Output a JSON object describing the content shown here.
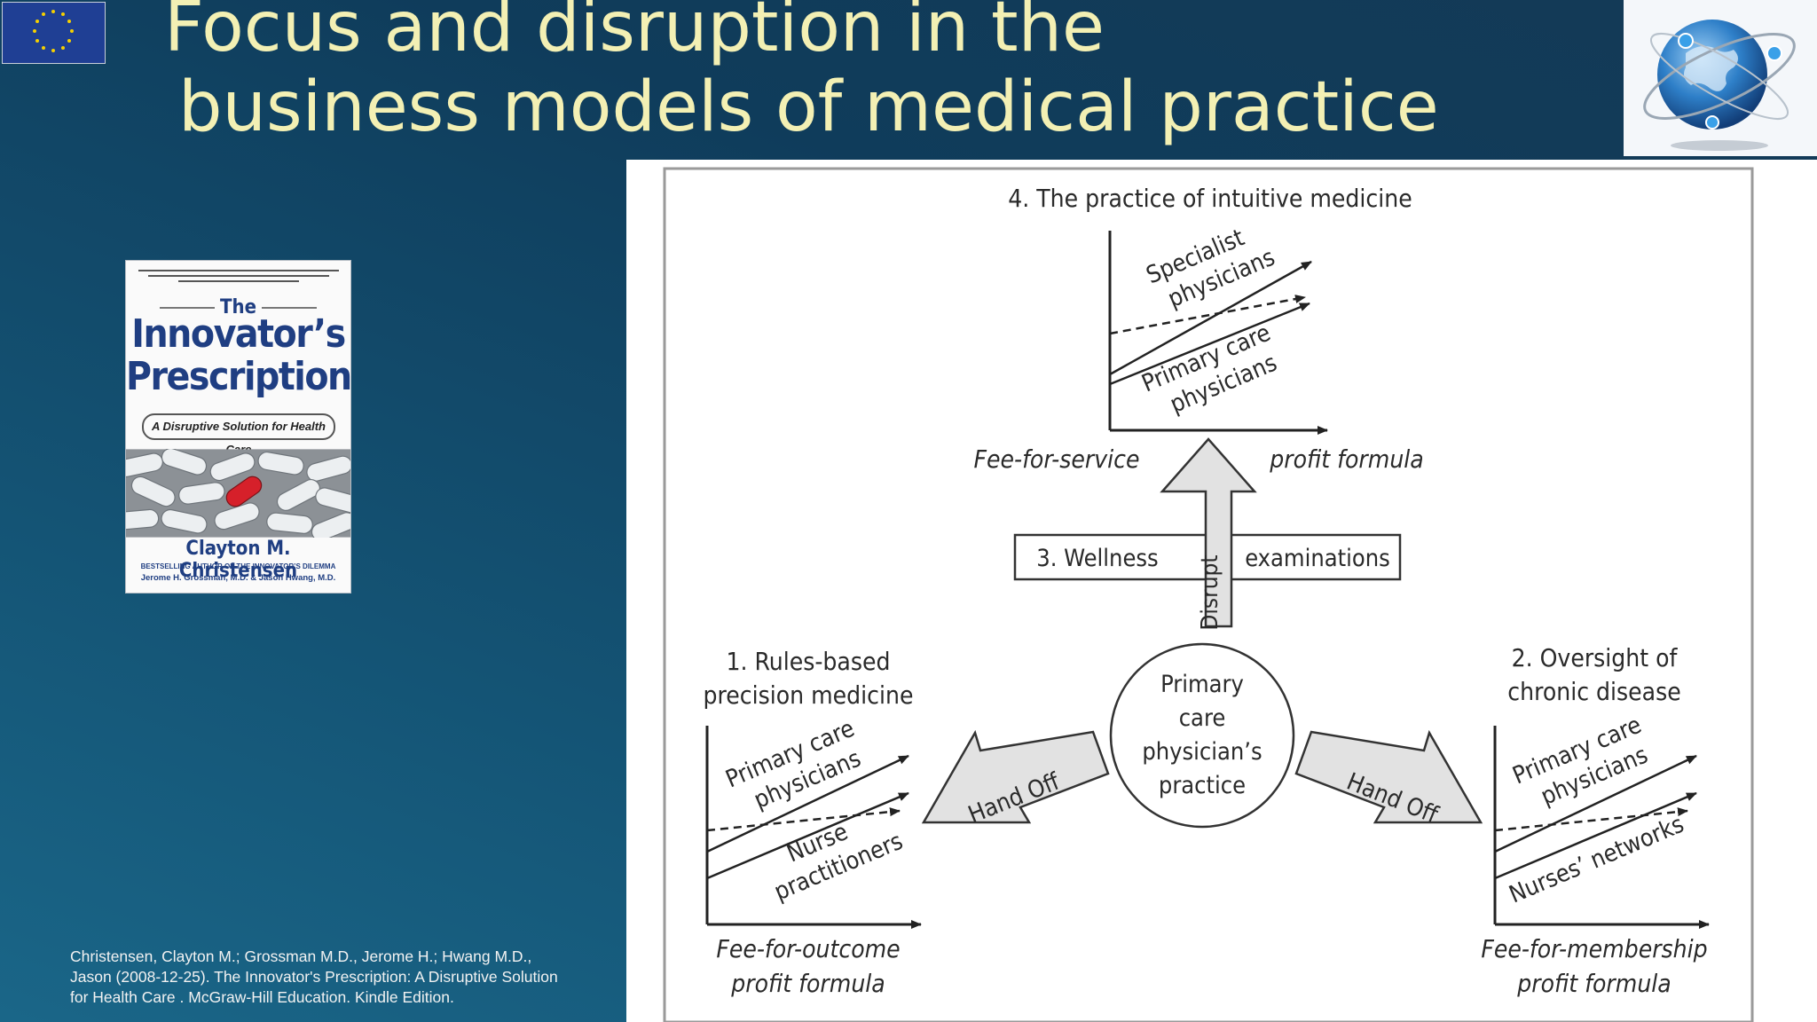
{
  "slide": {
    "title_line1": "Focus and disruption in the",
    "title_line2": "business models of medical practice",
    "citation": "Christensen, Clayton M.; Grossman M.D., Jerome H.; Hwang M.D., Jason (2008-12-25). The Innovator's Prescription: A Disruptive Solution for Health Care . McGraw-Hill Education. Kindle Edition.",
    "colors": {
      "title": "#f3f0b4",
      "background": "#0f3c5b"
    }
  },
  "logos": {
    "eu_flag": "eu-flag",
    "globe": "globe-logo"
  },
  "book_cover": {
    "the": "The",
    "title_line1": "Innovator’s",
    "title_line2": "Prescription",
    "subtitle": "A Disruptive Solution for Health Care",
    "author": "Clayton M. Christensen",
    "bestselling": "BESTSELLING AUTHOR OF THE INNOVATOR’S DILEMMA",
    "coauthors": "Jerome H. Grossman, M.D. & Jason Hwang, M.D."
  },
  "diagram": {
    "top_title": "4. The practice of intuitive medicine",
    "top_series_1": [
      "Specialist",
      "physicians"
    ],
    "top_series_2": [
      "Primary care",
      "physicians"
    ],
    "fee_for_service": "Fee-for-service",
    "profit_formula": "profit formula",
    "wellness": "3. Wellness",
    "examinations": "examinations",
    "disrupt": "Disrupt",
    "center": [
      "Primary",
      "care",
      "physician’s",
      "practice"
    ],
    "left_title": [
      "1. Rules-based",
      "precision medicine"
    ],
    "left_series_1": [
      "Primary care",
      "physicians"
    ],
    "left_series_2": [
      "Nurse",
      "practitioners"
    ],
    "left_formula": [
      "Fee-for-outcome",
      "profit formula"
    ],
    "right_title": [
      "2. Oversight of",
      "chronic disease"
    ],
    "right_series_1": [
      "Primary care",
      "physicians"
    ],
    "right_series_2": "Nurses’ networks",
    "right_formula": [
      "Fee-for-membership",
      "profit formula"
    ],
    "hand_off": "Hand Off"
  }
}
